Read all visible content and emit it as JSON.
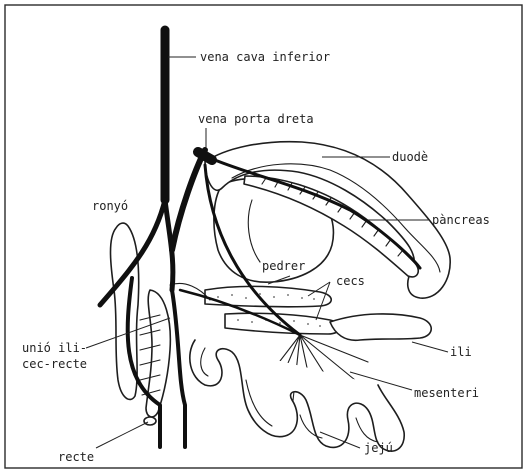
{
  "labels": {
    "vena_cava": "vena cava inferior",
    "vena_porta": "vena porta dreta",
    "duode": "duodè",
    "pancreas": "pàncreas",
    "ronyo": "ronyó",
    "pedrer": "pedrer",
    "cecs": "cecs",
    "unio_line1": "unió ili-",
    "unio_line2": "cec-recte",
    "ili": "ili",
    "mesenteri": "mesenteri",
    "recte": "recte",
    "jeju": "jejú"
  }
}
